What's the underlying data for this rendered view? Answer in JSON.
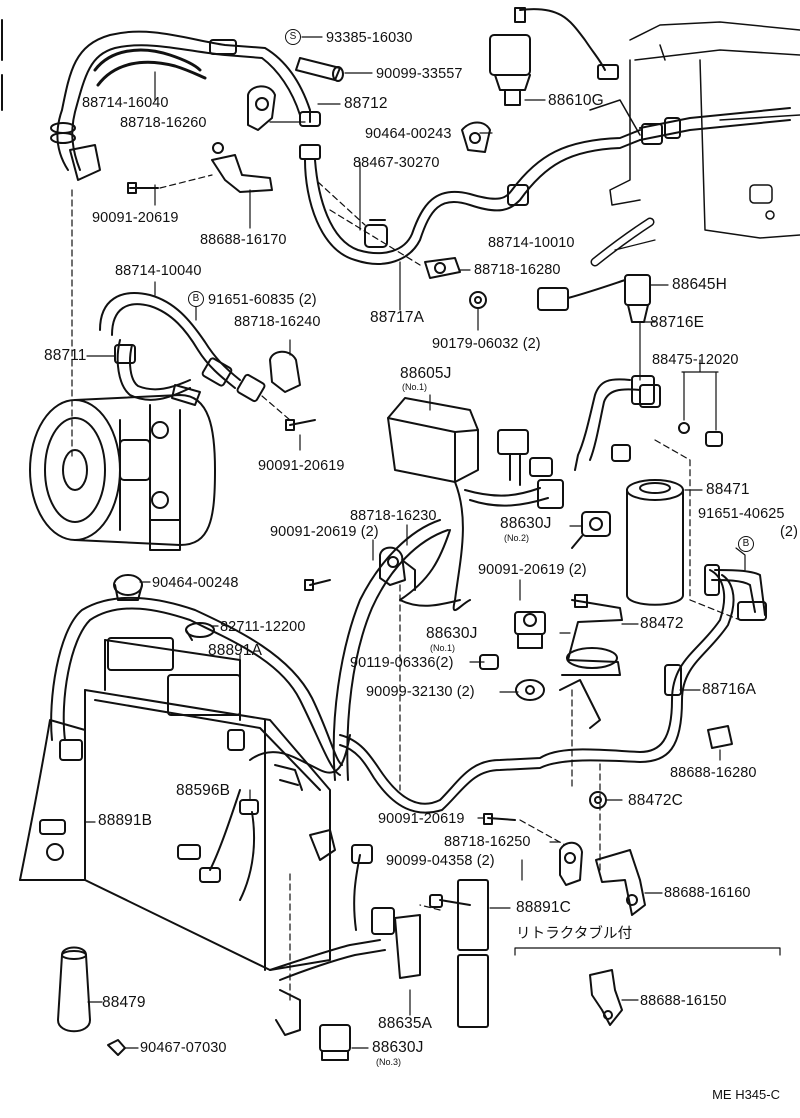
{
  "diagram": {
    "code": "ME H345-C",
    "note": "リトラクタブル付",
    "markers": {
      "s": "S",
      "b": "B"
    },
    "parts": {
      "p93385_16030": "93385-16030",
      "p90099_33557": "90099-33557",
      "p88610G": "88610G",
      "p88714_16040": "88714-16040",
      "p88712": "88712",
      "p88718_16260": "88718-16260",
      "p90464_00243": "90464-00243",
      "p88467_30270": "88467-30270",
      "p90091_20619_a": "90091-20619",
      "p88688_16170": "88688-16170",
      "p88714_10010": "88714-10010",
      "p88714_10040": "88714-10040",
      "p88718_16280": "88718-16280",
      "p88645H": "88645H",
      "p91651_60835": "91651-60835 (2)",
      "p88718_16240": "88718-16240",
      "p88717A": "88717A",
      "p88716E": "88716E",
      "p90179_06032": "90179-06032 (2)",
      "p88711": "88711",
      "p88475_12020": "88475-12020",
      "p88605J": "88605J",
      "p88605J_sub": "(No.1)",
      "p90091_20619_b": "90091-20619",
      "p88471": "88471",
      "p88718_16230": "88718-16230",
      "p91651_40625": "91651-40625",
      "p91651_40625_qty": "(2)",
      "p90091_20619_c": "90091-20619 (2)",
      "p88630J_no2": "88630J",
      "p88630J_no2_sub": "(No.2)",
      "p90464_00248": "90464-00248",
      "p90091_20619_d": "90091-20619 (2)",
      "p82711_12200": "82711-12200",
      "p88630J_no1": "88630J",
      "p88630J_no1_sub": "(No.1)",
      "p88472": "88472",
      "p88891A": "88891A",
      "p90119_06336": "90119-06336(2)",
      "p90099_32130": "90099-32130 (2)",
      "p88716A": "88716A",
      "p88596B": "88596B",
      "p88688_16280": "88688-16280",
      "p88472C": "88472C",
      "p88891B": "88891B",
      "p90091_20619_e": "90091-20619",
      "p88718_16250": "88718-16250",
      "p90099_04358": "90099-04358 (2)",
      "p88688_16160": "88688-16160",
      "p88891C": "88891C",
      "p88688_16150": "88688-16150",
      "p88479": "88479",
      "p88635A": "88635A",
      "p90467_07030": "90467-07030",
      "p88630J_no3": "88630J",
      "p88630J_no3_sub": "(No.3)"
    }
  }
}
